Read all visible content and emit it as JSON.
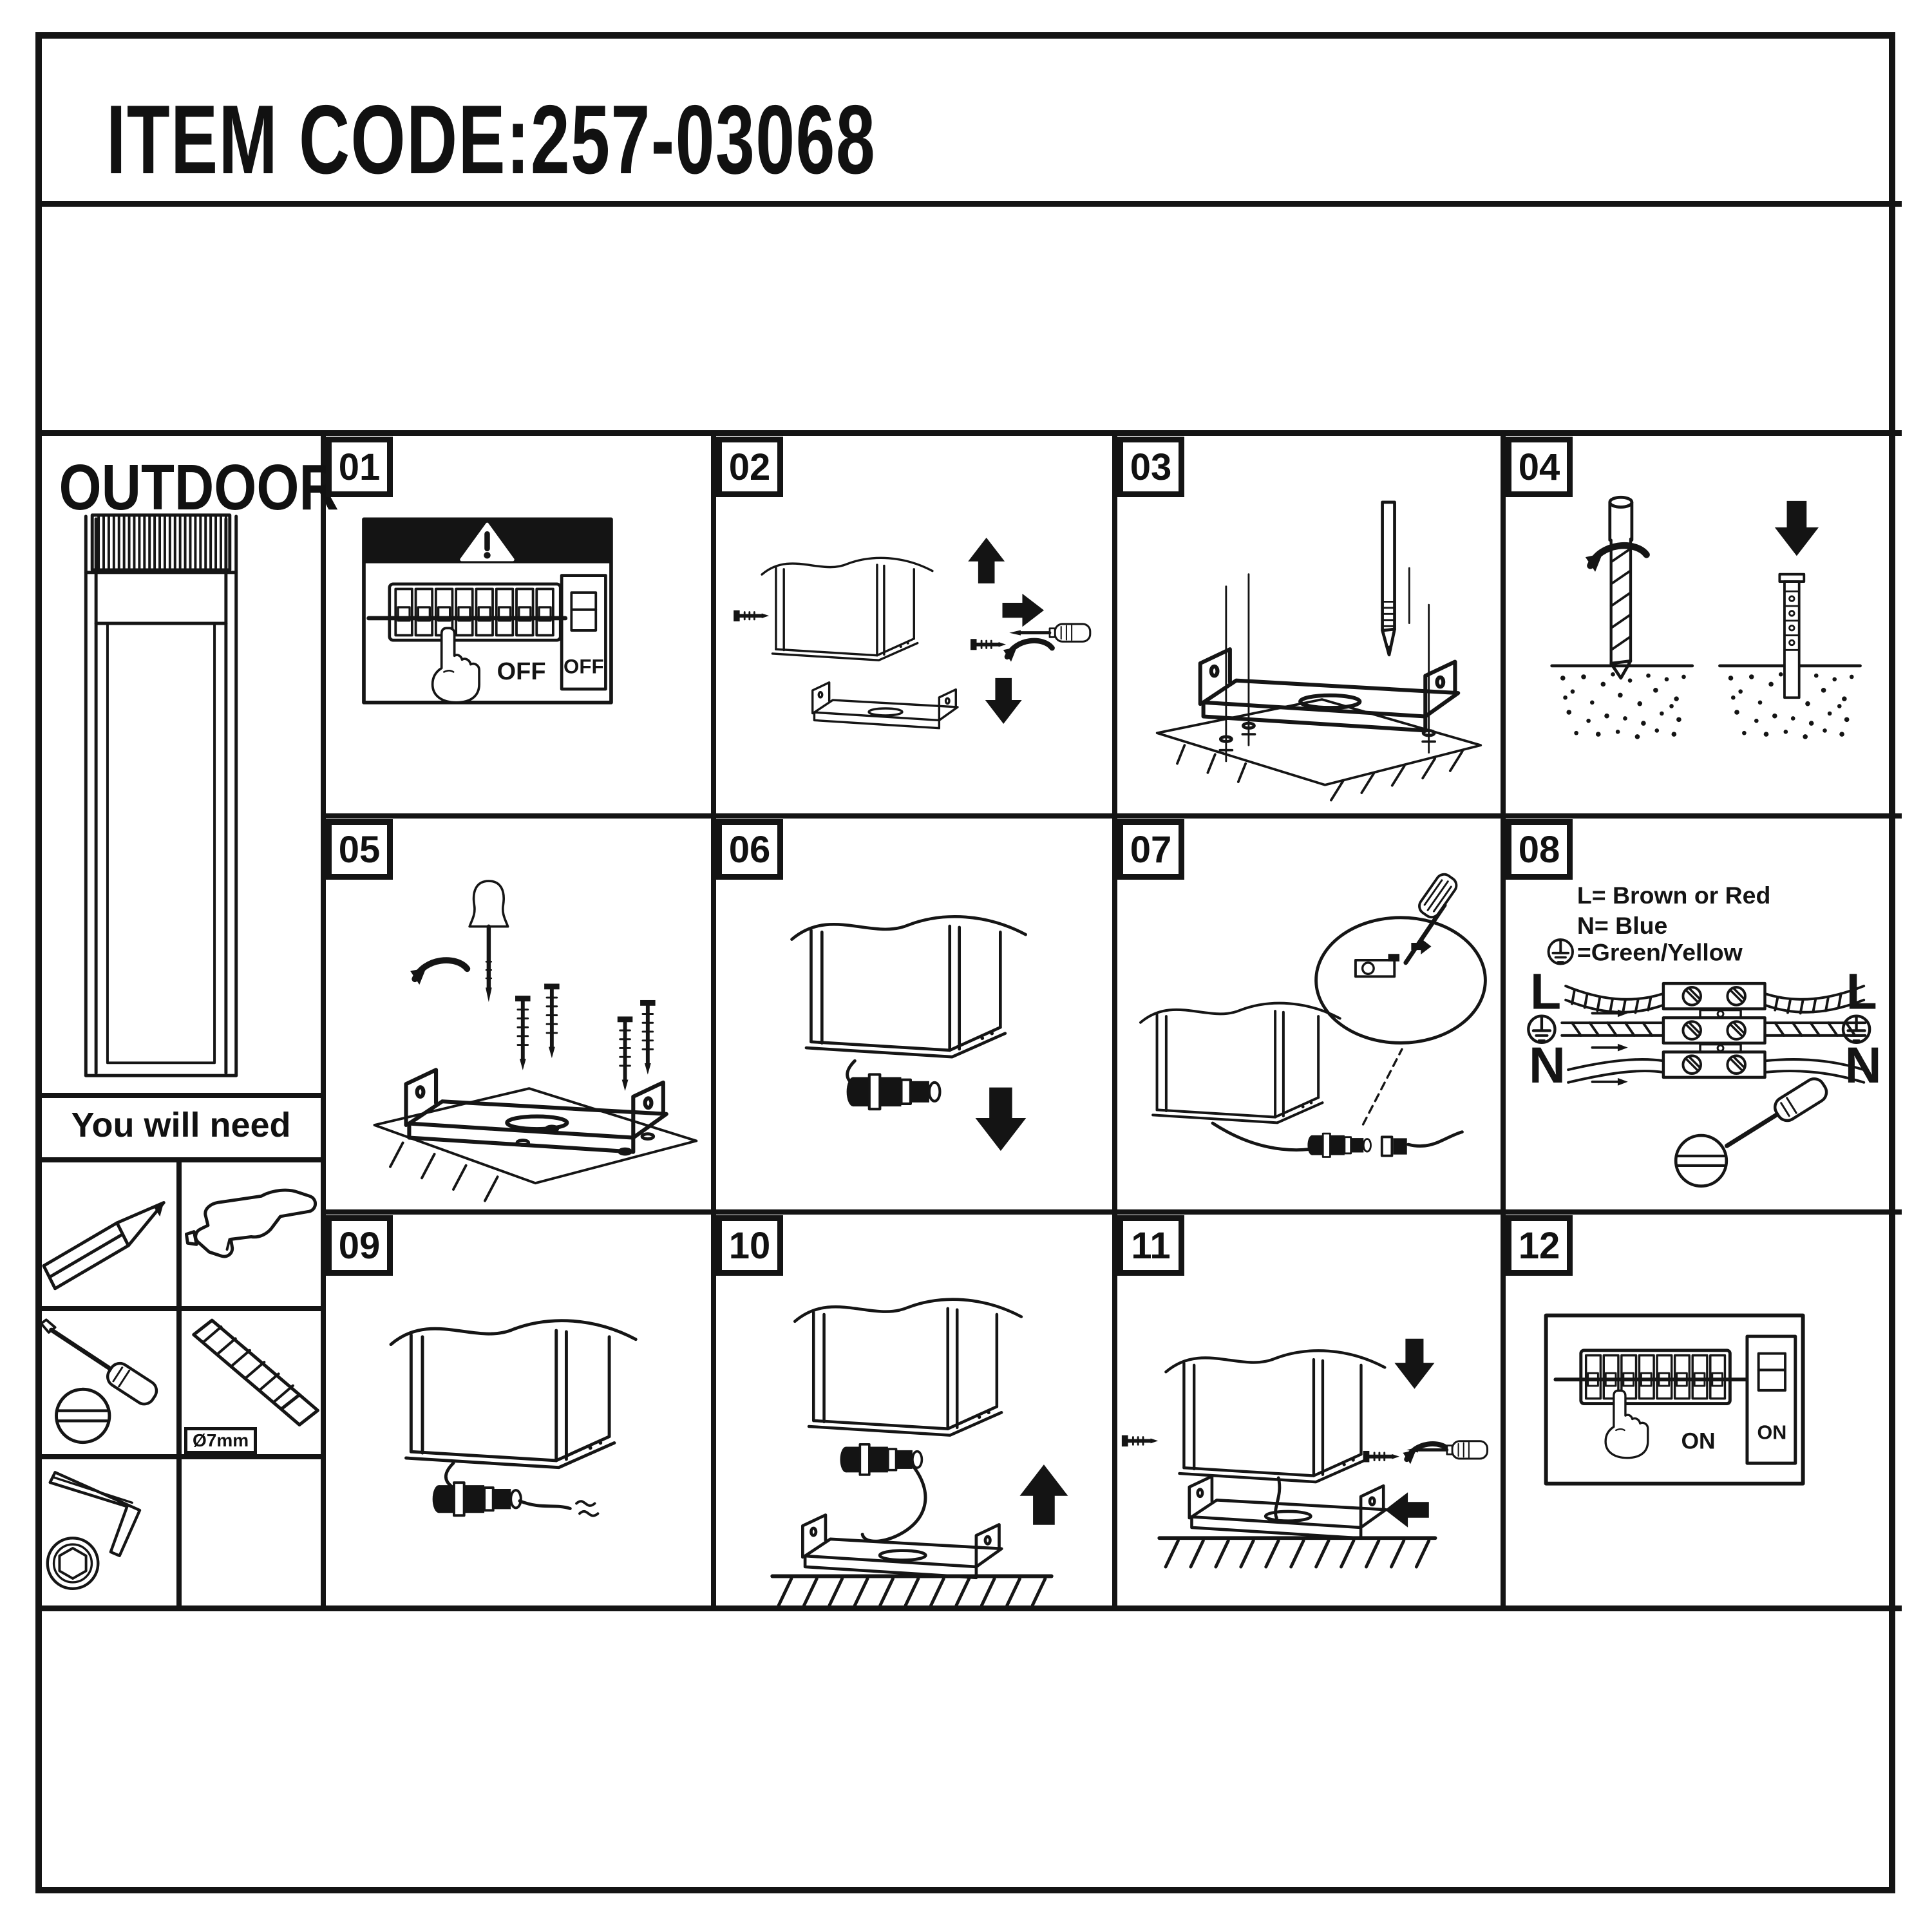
{
  "header": {
    "item_code": "ITEM CODE:257-03068"
  },
  "sidebar": {
    "category": "OUTDOOR",
    "you_will_need": "You will need",
    "tools": {
      "drill_bit_size": "Ø7mm"
    }
  },
  "steps": [
    {
      "num": "01",
      "breaker_label": "OFF",
      "switch_label": "OFF"
    },
    {
      "num": "02"
    },
    {
      "num": "03"
    },
    {
      "num": "04"
    },
    {
      "num": "05"
    },
    {
      "num": "06"
    },
    {
      "num": "07"
    },
    {
      "num": "08",
      "legend1": "L= Brown or Red",
      "legend2": "N= Blue",
      "legend3": "=Green/Yellow",
      "l_left": "L",
      "l_right": "L",
      "n_left": "N",
      "n_right": "N"
    },
    {
      "num": "09"
    },
    {
      "num": "10"
    },
    {
      "num": "11"
    },
    {
      "num": "12",
      "breaker_label": "ON",
      "switch_label": "ON"
    }
  ]
}
